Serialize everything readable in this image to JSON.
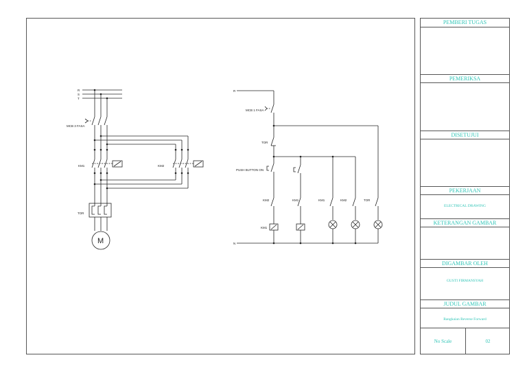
{
  "diagram": {
    "power": {
      "lines": [
        "R",
        "S",
        "T"
      ],
      "mcb_label": "MCB 3 FASA",
      "km1_label": "KM1",
      "km2_label": "KM2",
      "tor_label": "TOR",
      "motor_label": "M"
    },
    "control": {
      "r_label": "R",
      "n_label": "N",
      "mcb_label": "MCB 1 FASA",
      "tor_label": "TOR",
      "pb_label": "PUSH BUTTON ON",
      "branch_labels": [
        "KM2",
        "KM1",
        "KM1",
        "KM2",
        "TOR"
      ],
      "coil_label": "KM1"
    }
  },
  "title_block": {
    "pemberi_tugas": "PEMBERI TUGAS",
    "pemeriksa": "PEMERIKSA",
    "disetujui": "DISETUJUI",
    "pekerjaan": "PEKERJAAN",
    "pekerjaan_value": "ELECTRICAL DRAWING",
    "keterangan": "KETERANGAN GAMBAR",
    "digambar_oleh": "DIGAMBAR OLEH",
    "digambar_value": "GUSTI FIRMANSYAH",
    "judul": "JUDUL GAMBAR",
    "judul_value": "Rangkaian Reverse Forward",
    "scale": "No Scale",
    "sheet_no": "02"
  }
}
